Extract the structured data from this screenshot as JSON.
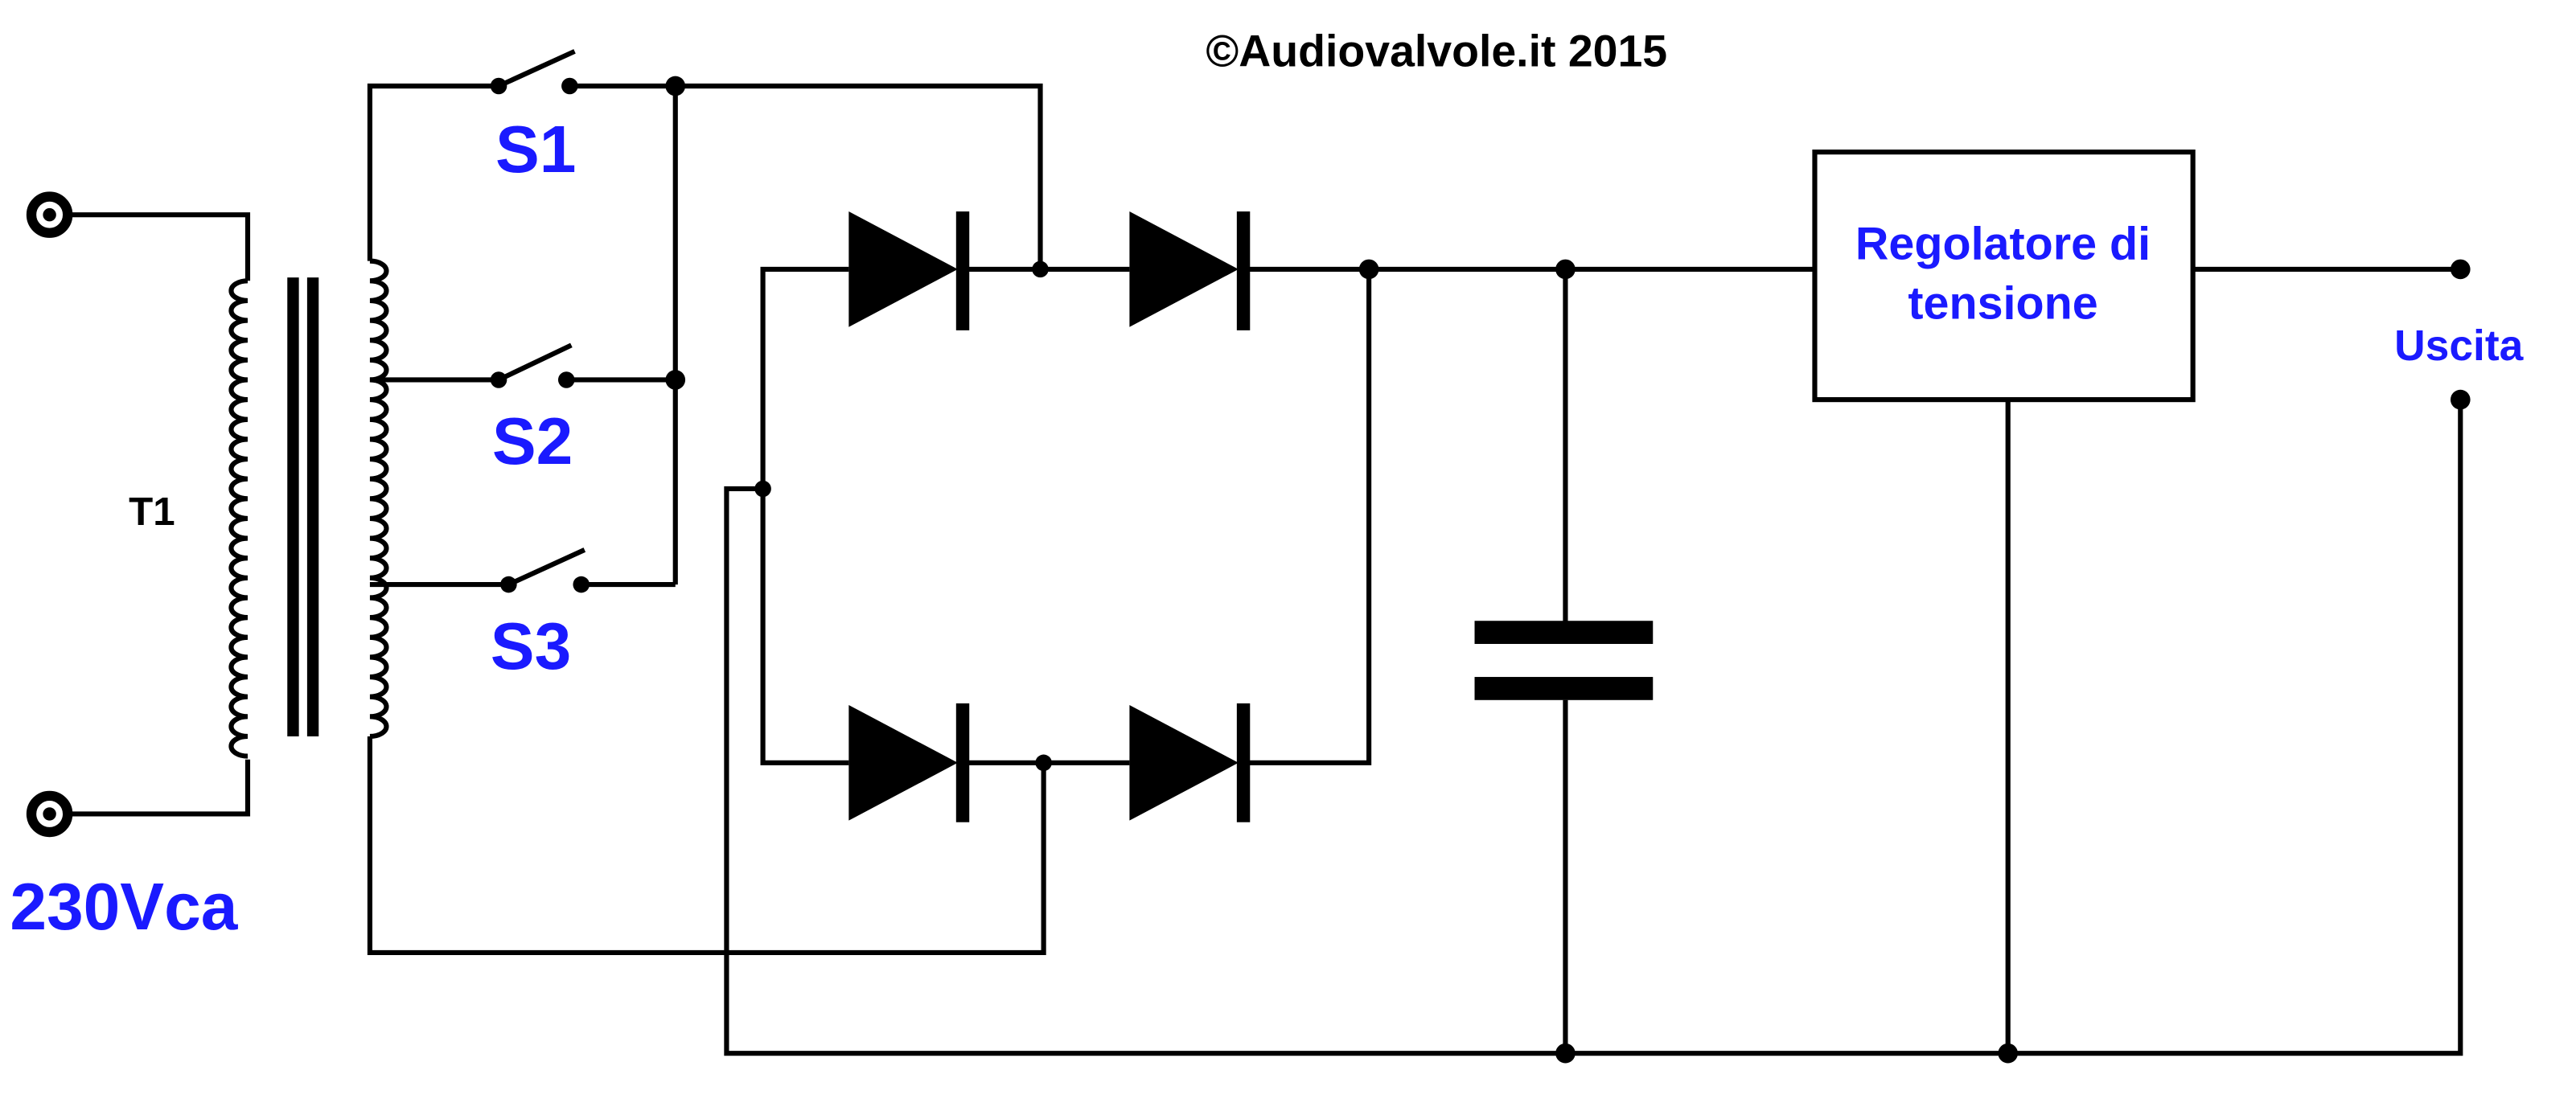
{
  "copyright": "©Audiovalvole.it 2015",
  "labels": {
    "transformer": "T1",
    "input": "230Vca",
    "switch_1": "S1",
    "switch_2": "S2",
    "switch_3": "S3",
    "regulator_line1": "Regolatore di",
    "regulator_line2": "tensione",
    "output": "Uscita"
  },
  "colors": {
    "wire": "#000000",
    "label_blue": "#1a1aff",
    "background": "#ffffff"
  }
}
